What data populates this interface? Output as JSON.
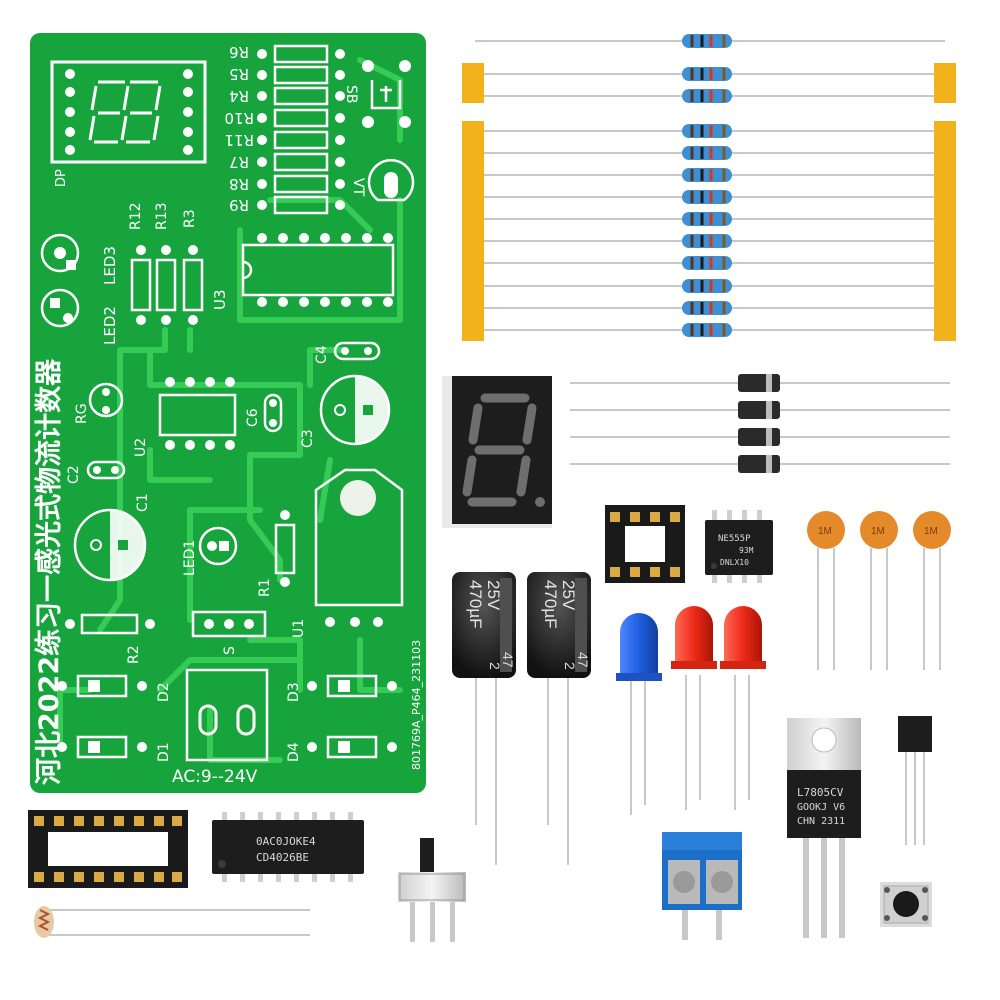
{
  "pcb": {
    "title_cn": "河北2022练习一感光式物流计数器",
    "ac_label": "AC:9--24V",
    "board_code": "801769A_P464_231103",
    "resistor_labels_top": [
      "R6",
      "R5",
      "R4",
      "R10",
      "R11",
      "R7",
      "R8",
      "R9"
    ],
    "other_labels": {
      "dp": "DP",
      "sb": "SB",
      "vt": "VT",
      "u3": "U3",
      "u2": "U2",
      "u1": "U1",
      "c1": "C1",
      "c2": "C2",
      "c3": "C3",
      "c4": "C4",
      "c6": "C6",
      "rg": "RG",
      "r1": "R1",
      "r2": "R2",
      "r3": "R3",
      "r12": "R12",
      "r13": "R13",
      "led1": "LED1",
      "led2": "LED2",
      "led3": "LED3",
      "d1": "D1",
      "d2": "D2",
      "d3": "D3",
      "d4": "D4",
      "s": "S"
    }
  },
  "components": {
    "cap_left": {
      "value": "470µF",
      "voltage": "25V",
      "side": "47",
      "side2": "2"
    },
    "cap_right": {
      "value": "470µF",
      "voltage": "25V",
      "side": "47",
      "side2": "2"
    },
    "ne555": {
      "line1": "NE555P",
      "line2": "93M",
      "line3": "DNLX10"
    },
    "cd4026": {
      "line1": "0AC0JOKE4",
      "line2": "CD4026BE"
    },
    "regulator": {
      "line1": "L7805CV",
      "line2": "GOOKJ V6",
      "line3": "CHN 2311"
    },
    "ceramic_cap_mark": "1M"
  },
  "colors": {
    "pcb_green": "#17a43d",
    "pcb_copper": "#2fcb4f",
    "resistor_body": "#3f8fd4",
    "tape": "#f2b21b",
    "led_blue": "#1f5fe0",
    "led_red": "#ee2a1a",
    "terminal_blue": "#1b6fc8",
    "ceramic_orange": "#e58a2a",
    "ic_black": "#1d1d1d"
  }
}
